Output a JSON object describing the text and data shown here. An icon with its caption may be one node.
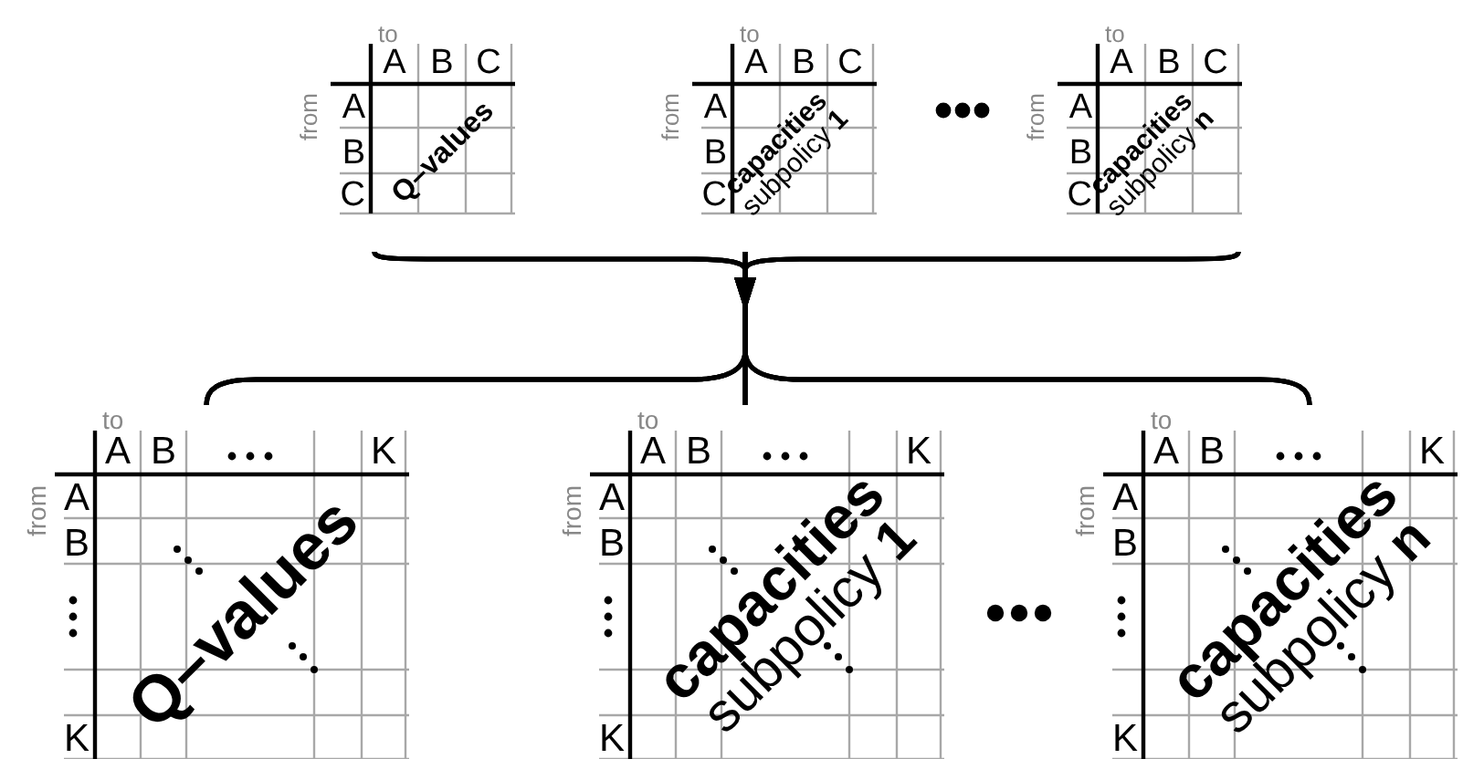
{
  "diagram": {
    "nodes": [
      {
        "text": [
          "to",
          "from",
          "A",
          "B",
          "C",
          "A",
          "B",
          "C",
          "Q–values"
        ]
      },
      {
        "text": [
          "to",
          "from",
          "A",
          "B",
          "C",
          "A",
          "B",
          "C",
          "capacities",
          "subpolicy **1**"
        ]
      },
      {
        "text": [
          "to",
          "from",
          "A",
          "B",
          "C",
          "A",
          "B",
          "C",
          "capacities",
          "subpolicy **n**"
        ]
      },
      {
        "text": [
          "to",
          "from",
          "A",
          "B",
          "K",
          "A",
          "B",
          "K",
          "Q–values"
        ]
      },
      {
        "text": [
          "to",
          "from",
          "A",
          "B",
          "K",
          "A",
          "B",
          "K",
          "capacities",
          "subpolicy **1**"
        ]
      },
      {
        "text": [
          "to",
          "from",
          "A",
          "B",
          "K",
          "A",
          "B",
          "K",
          "capacities",
          "subpolicy **n**"
        ]
      }
    ],
    "edges": [
      {
        "from": 0,
        "to": 3,
        "arrow": "to"
      },
      {
        "from": 0,
        "to": 4,
        "arrow": "to"
      },
      {
        "from": 0,
        "to": 5,
        "arrow": "to"
      },
      {
        "from": 1,
        "to": 3,
        "arrow": "to"
      },
      {
        "from": 1,
        "to": 4,
        "arrow": "to"
      },
      {
        "from": 1,
        "to": 5,
        "arrow": "to"
      },
      {
        "from": 2,
        "to": 3,
        "arrow": "to"
      },
      {
        "from": 2,
        "to": 4,
        "arrow": "to"
      },
      {
        "from": 2,
        "to": 5,
        "arrow": "to"
      }
    ]
  }
}
